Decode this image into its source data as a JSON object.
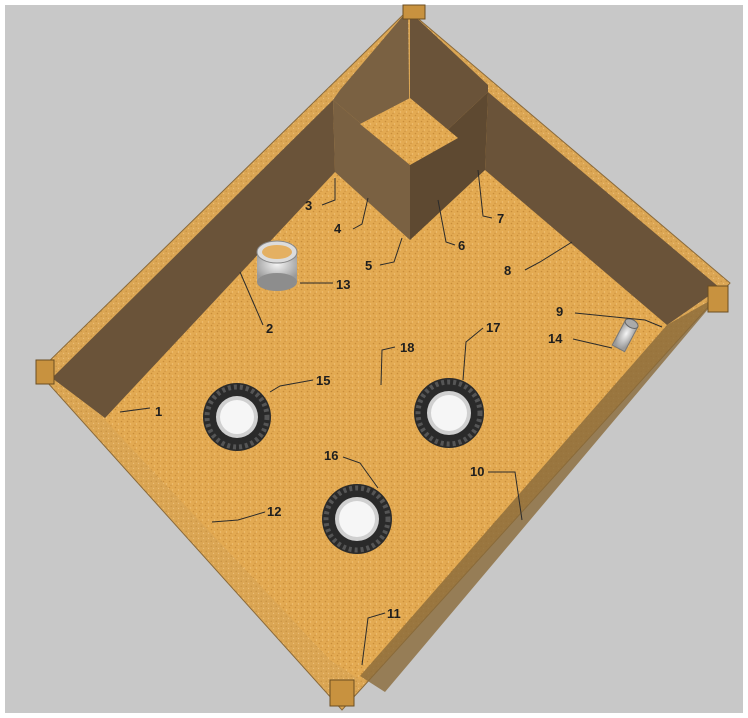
{
  "diagram": {
    "colors": {
      "background": "#c8c8c8",
      "floor": "#e0a84e",
      "wall_inner": "#6a5339",
      "wall_top": "#d9a24e",
      "tire_rubber": "#2a2a2a",
      "tire_inner": "#f4f4f4"
    },
    "callouts": [
      {
        "id": "1",
        "text": "1"
      },
      {
        "id": "2",
        "text": "2"
      },
      {
        "id": "3",
        "text": "3"
      },
      {
        "id": "4",
        "text": "4"
      },
      {
        "id": "5",
        "text": "5"
      },
      {
        "id": "6",
        "text": "6"
      },
      {
        "id": "7",
        "text": "7"
      },
      {
        "id": "8",
        "text": "8"
      },
      {
        "id": "9",
        "text": "9"
      },
      {
        "id": "10",
        "text": "10"
      },
      {
        "id": "11",
        "text": "11"
      },
      {
        "id": "12",
        "text": "12"
      },
      {
        "id": "13",
        "text": "13"
      },
      {
        "id": "14",
        "text": "14"
      },
      {
        "id": "15",
        "text": "15"
      },
      {
        "id": "16",
        "text": "16"
      },
      {
        "id": "17",
        "text": "17"
      },
      {
        "id": "18",
        "text": "18"
      }
    ]
  }
}
